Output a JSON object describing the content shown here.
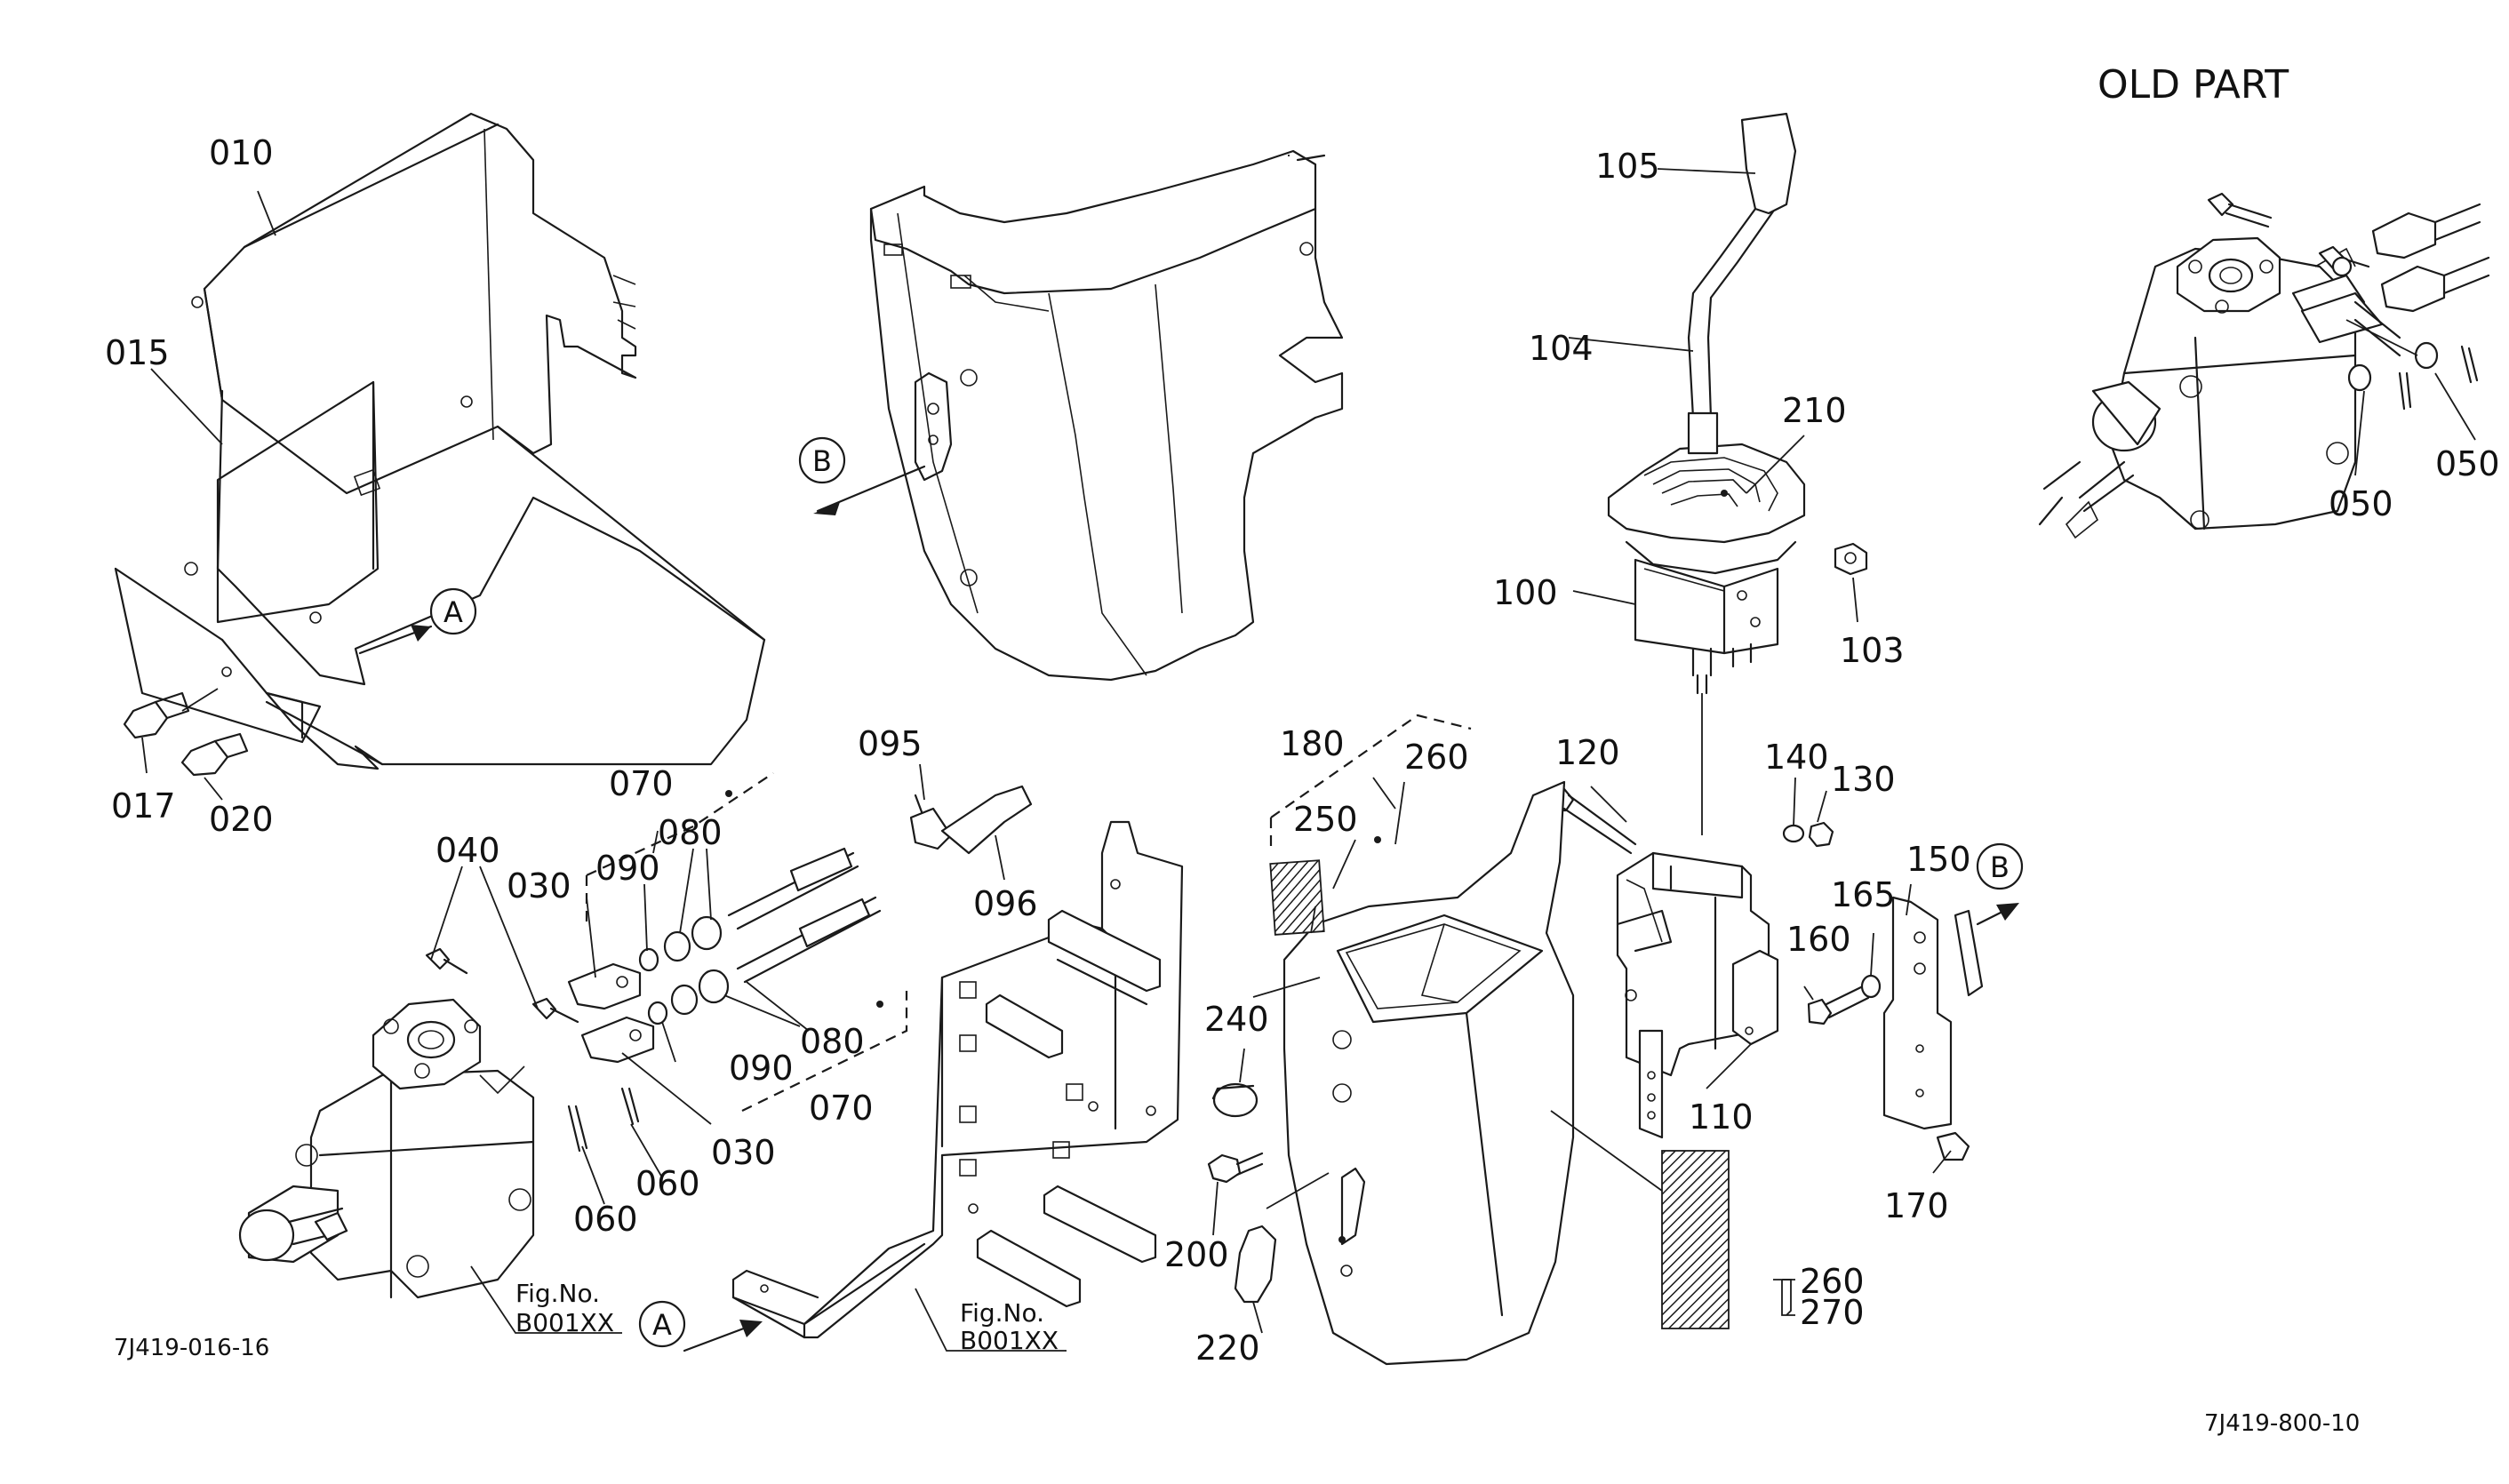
{
  "header": {
    "old_part_title": "OLD PART"
  },
  "references": {
    "left": "7J419-016-16",
    "right": "7J419-800-10"
  },
  "callouts": {
    "a": "A",
    "b": "B"
  },
  "fig_refs": {
    "fig_label": "Fig.No.",
    "fig_code": "B001XX"
  },
  "parts": {
    "p010": "010",
    "p015": "015",
    "p017": "017",
    "p020": "020",
    "p030": "030",
    "p040": "040",
    "p050": "050",
    "p060": "060",
    "p070": "070",
    "p080": "080",
    "p090": "090",
    "p095": "095",
    "p096": "096",
    "p100": "100",
    "p103": "103",
    "p104": "104",
    "p105": "105",
    "p110": "110",
    "p120": "120",
    "p130": "130",
    "p140": "140",
    "p150": "150",
    "p160": "160",
    "p165": "165",
    "p170": "170",
    "p180": "180",
    "p200": "200",
    "p210": "210",
    "p220": "220",
    "p240": "240",
    "p250": "250",
    "p260": "260",
    "p270": "270"
  }
}
